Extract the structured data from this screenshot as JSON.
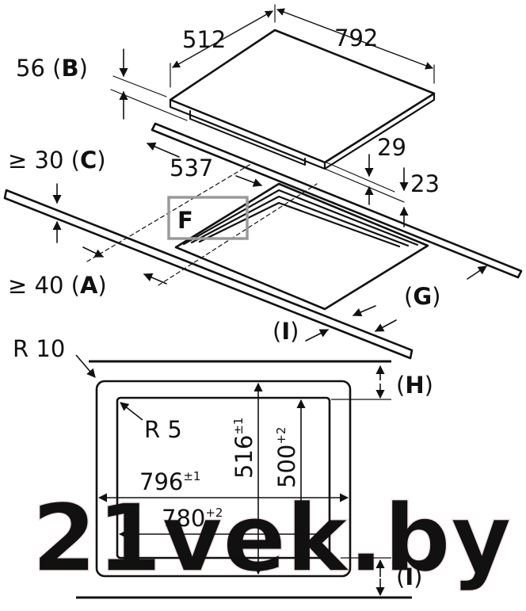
{
  "top_dimensions": {
    "depth": "512",
    "width": "792",
    "thickness": "56",
    "thickness_ref": "B",
    "edge_29": "29",
    "edge_23": "23",
    "depth_537": "537",
    "gap_front": "≥ 40",
    "gap_front_ref": "A",
    "gap_back": "≥ 30",
    "gap_back_ref": "C"
  },
  "labels": {
    "F": "F",
    "G": "G",
    "H": "H",
    "I": "I"
  },
  "cutout": {
    "outer_radius": "R 10",
    "inner_radius": "R 5",
    "outer_width": "796",
    "outer_width_tol": "±1",
    "inner_width": "780",
    "inner_width_tol": "+2",
    "outer_depth": "516",
    "outer_depth_tol": "±1",
    "inner_depth": "500",
    "inner_depth_tol": "+2"
  },
  "watermark": "21vek.by",
  "colors": {
    "line": "#111111",
    "box_F": "#9a9a9a",
    "watermark": "#f3e3e3"
  }
}
